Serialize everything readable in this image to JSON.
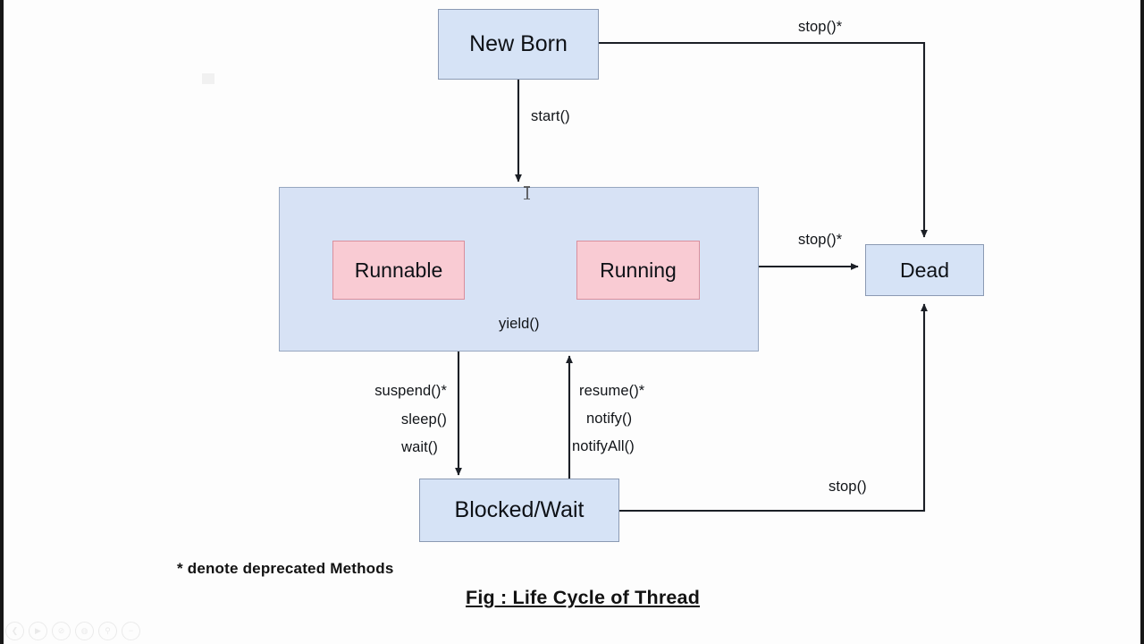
{
  "figure": {
    "caption": "Fig : Life Cycle of Thread",
    "footnote": "* denote   deprecated Methods"
  },
  "nodes": {
    "new_born": "New Born",
    "runnable": "Runnable",
    "running": "Running",
    "dead": "Dead",
    "blocked_wait": "Blocked/Wait"
  },
  "edge_labels": {
    "start": "start()",
    "stop_newborn_dead": "stop()*",
    "stop_running_dead": "stop()*",
    "stop_blocked_dead": "stop()",
    "yield": "yield()",
    "suspend": "suspend()*",
    "sleep": "sleep()",
    "wait": "wait()",
    "resume": "resume()*",
    "notify": "notify()",
    "notify_all": "notifyAll()"
  },
  "colors": {
    "node_blue_fill": "#d6e3f6",
    "node_blue_stroke": "#8b9ab3",
    "node_pink_fill": "#f9cbd3",
    "node_pink_stroke": "#d98f9d",
    "container_fill": "#d7e2f5",
    "container_stroke": "#97a7c0",
    "wire": "#1b1f26",
    "text": "#111418",
    "background": "#fdfdfd"
  },
  "player_controls": [
    {
      "name": "skip-back-icon",
      "glyph": "❮"
    },
    {
      "name": "play-icon",
      "glyph": "▶"
    },
    {
      "name": "no-entry-icon",
      "glyph": "⊘"
    },
    {
      "name": "globe-icon",
      "glyph": "◍"
    },
    {
      "name": "search-icon",
      "glyph": "⚲"
    },
    {
      "name": "minus-icon",
      "glyph": "−"
    }
  ]
}
